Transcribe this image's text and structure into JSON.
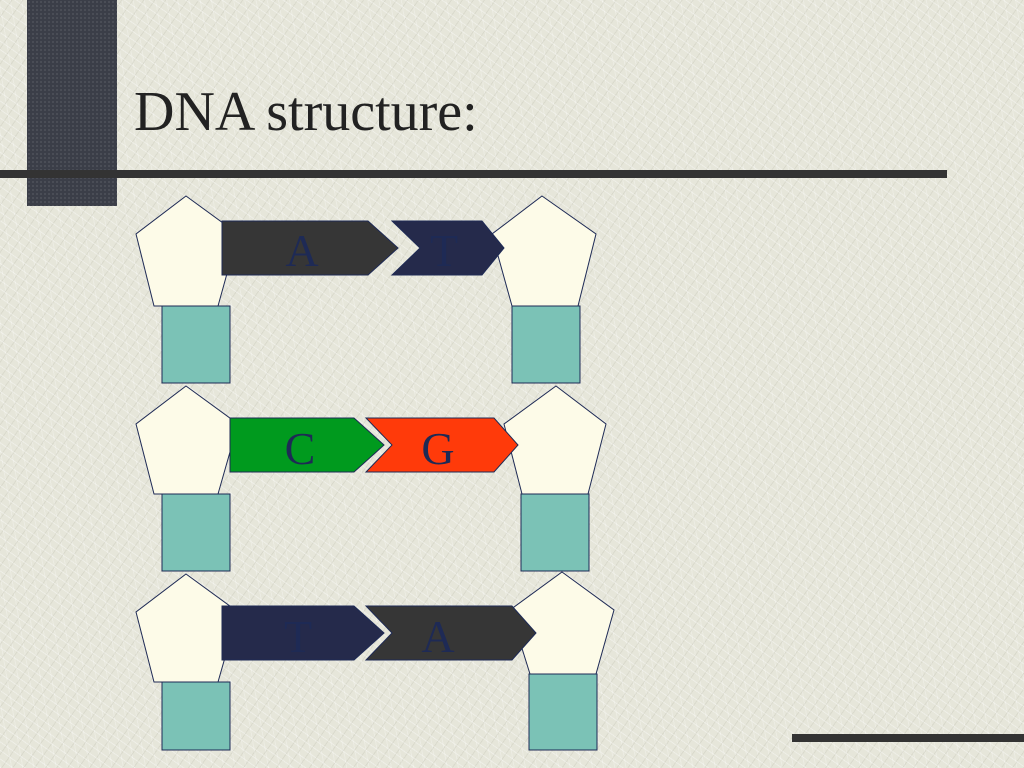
{
  "slide": {
    "title": "DNA structure:"
  },
  "diagram": {
    "colors": {
      "sugar": "#fdfbe8",
      "phosphate": "#7bc2b6",
      "adenine": "#363636",
      "thymine": "#252a4b",
      "cytosine": "#009a1e",
      "guanine": "#ff3a0a",
      "letter": "#1e2a55"
    },
    "base_pairs": [
      {
        "left": "A",
        "right": "T"
      },
      {
        "left": "C",
        "right": "G"
      },
      {
        "left": "T",
        "right": "A"
      }
    ]
  }
}
